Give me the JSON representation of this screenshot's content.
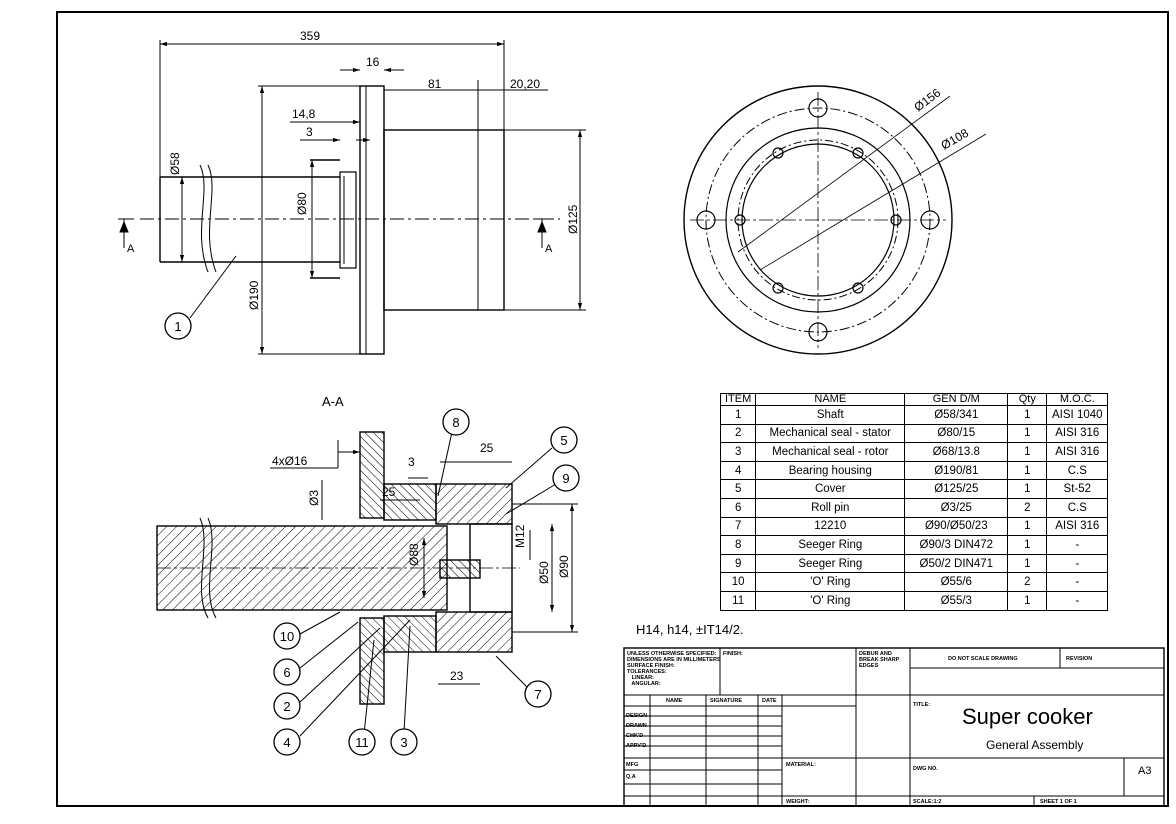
{
  "dimensions": {
    "top_view": [
      "359",
      "16",
      "81",
      "20,20",
      "14,8",
      "3",
      "Ø58",
      "Ø80",
      "Ø190",
      "Ø125"
    ],
    "end_view": [
      "Ø156",
      "Ø108"
    ],
    "section": [
      "4xØ16",
      "Ø3",
      "25",
      "3",
      "25",
      "Ø88",
      "M12",
      "Ø50",
      "Ø90",
      "23"
    ]
  },
  "section_marker": "A",
  "section_title": "A-A",
  "balloons": [
    "1",
    "8",
    "5",
    "9",
    "10",
    "6",
    "2",
    "4",
    "11",
    "3",
    "7"
  ],
  "bom": {
    "headers": [
      "ITEM",
      "NAME",
      "GEN D/M",
      "Qty",
      "M.O.C."
    ],
    "rows": [
      [
        "1",
        "Shaft",
        "Ø58/341",
        "1",
        "AISI 1040"
      ],
      [
        "2",
        "Mechanical seal - stator",
        "Ø80/15",
        "1",
        "AISI 316"
      ],
      [
        "3",
        "Mechanical seal - rotor",
        "Ø68/13.8",
        "1",
        "AISI 316"
      ],
      [
        "4",
        "Bearing housing",
        "Ø190/81",
        "1",
        "C.S"
      ],
      [
        "5",
        "Cover",
        "Ø125/25",
        "1",
        "St-52"
      ],
      [
        "6",
        "Roll pin",
        "Ø3/25",
        "2",
        "C.S"
      ],
      [
        "7",
        "12210",
        "Ø90/Ø50/23",
        "1",
        "AISI 316"
      ],
      [
        "8",
        "Seeger Ring",
        "Ø90/3 DIN472",
        "1",
        "-"
      ],
      [
        "9",
        "Seeger Ring",
        "Ø50/2 DIN471",
        "1",
        "-"
      ],
      [
        "10",
        "'O' Ring",
        "Ø55/6",
        "2",
        "-"
      ],
      [
        "11",
        "'O' Ring",
        "Ø55/3",
        "1",
        "-"
      ]
    ]
  },
  "tolerance_note": "H14, h14, ±IT14/2.",
  "title_block": {
    "unless": "UNLESS OTHERWISE SPECIFIED:\nDIMENSIONS ARE IN MILLIMETERS\nSURFACE FINISH:\nTOLERANCES:\n   LINEAR:\n   ANGULAR:",
    "finish": "FINISH:",
    "deburr": "DEBUR AND\nBREAK SHARP\nEDGES",
    "do_not_scale": "DO NOT SCALE DRAWING",
    "revision": "REVISION",
    "col_name": "NAME",
    "col_signature": "SIGNATURE",
    "col_date": "DATE",
    "roles": [
      "DESIGN",
      "DRAWN",
      "CHK'D",
      "APPV'D",
      "MFG",
      "Q.A"
    ],
    "title_label": "TITLE:",
    "title": "Super cooker",
    "subtitle": "General Assembly",
    "material": "MATERIAL:",
    "dwg_no": "DWG NO.",
    "size": "A3",
    "weight": "WEIGHT:",
    "scale": "SCALE:1:2",
    "sheet": "SHEET 1 OF 1"
  }
}
